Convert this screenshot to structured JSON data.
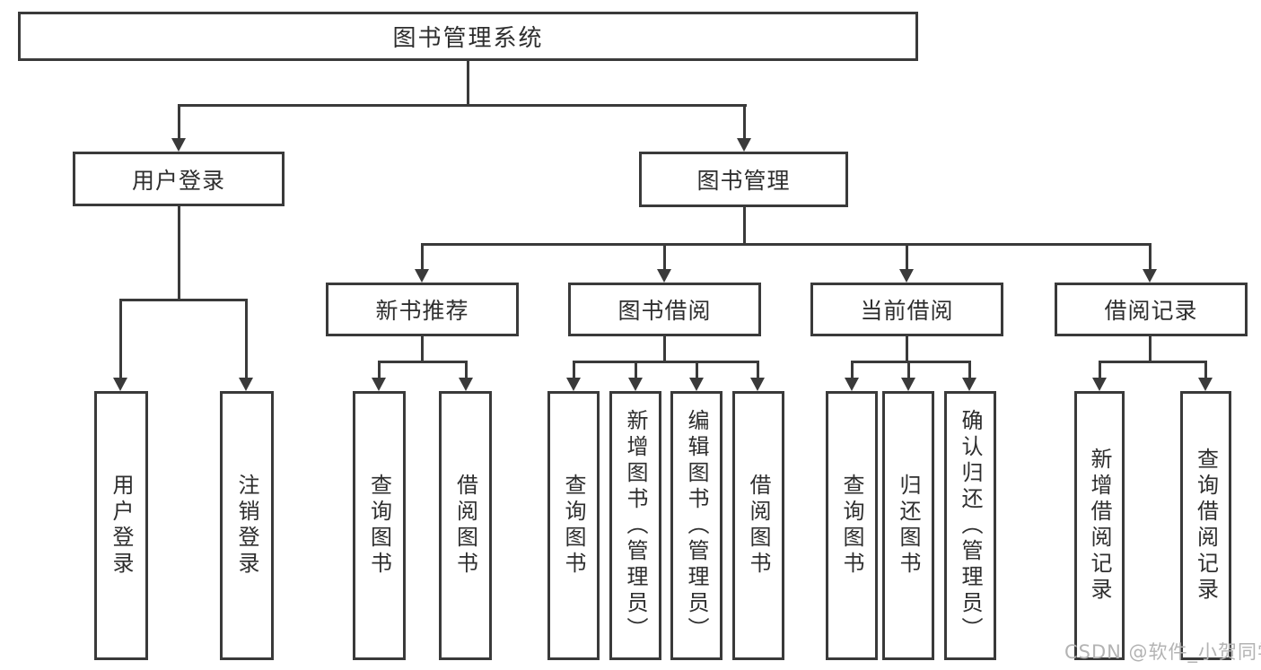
{
  "colors": {
    "line": "#3a3a3a",
    "text": "#2e2e2e",
    "background": "#ffffff",
    "watermark": "#b3b3b3"
  },
  "diagram": {
    "root": {
      "label": "图书管理系统"
    },
    "level2": [
      {
        "label": "用户登录"
      },
      {
        "label": "图书管理"
      }
    ],
    "level3": [
      {
        "label": "新书推荐",
        "parent": "图书管理"
      },
      {
        "label": "图书借阅",
        "parent": "图书管理"
      },
      {
        "label": "当前借阅",
        "parent": "图书管理"
      },
      {
        "label": "借阅记录",
        "parent": "图书管理"
      }
    ],
    "leaves": [
      {
        "label": "用户登录",
        "parent": "用户登录"
      },
      {
        "label": "注销登录",
        "parent": "用户登录"
      },
      {
        "label": "查询图书",
        "parent": "新书推荐"
      },
      {
        "label": "借阅图书",
        "parent": "新书推荐"
      },
      {
        "label": "查询图书",
        "parent": "图书借阅"
      },
      {
        "label": "新增图书（管理员）",
        "parent": "图书借阅"
      },
      {
        "label": "编辑图书（管理员）",
        "parent": "图书借阅"
      },
      {
        "label": "借阅图书",
        "parent": "图书借阅"
      },
      {
        "label": "查询图书",
        "parent": "当前借阅"
      },
      {
        "label": "归还图书",
        "parent": "当前借阅"
      },
      {
        "label": "确认归还（管理员）",
        "parent": "当前借阅"
      },
      {
        "label": "新增借阅记录",
        "parent": "借阅记录"
      },
      {
        "label": "查询借阅记录",
        "parent": "借阅记录"
      }
    ]
  },
  "watermark": {
    "text": "CSDN @软件_小贺同学"
  }
}
